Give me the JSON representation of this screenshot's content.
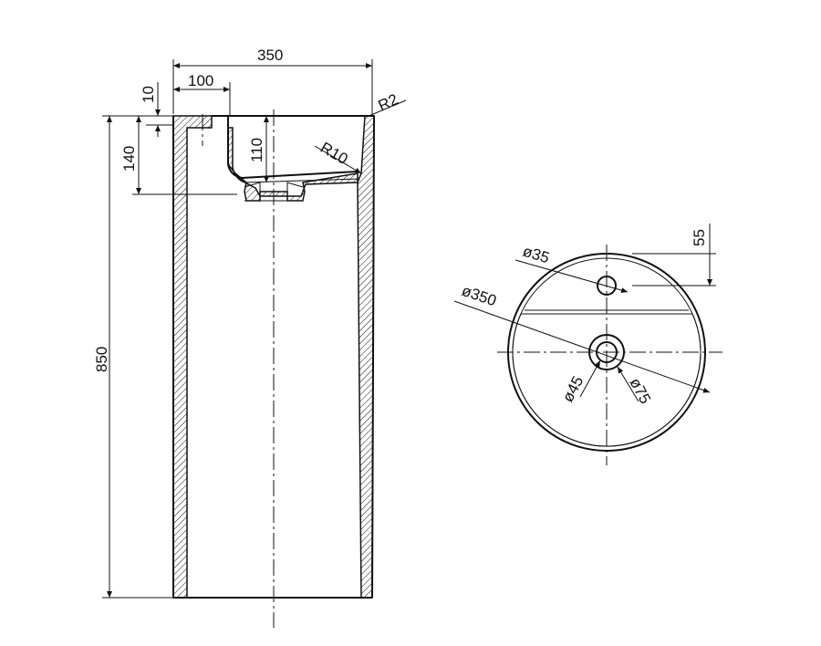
{
  "drawing": {
    "side_view": {
      "overall_width": "350",
      "overflow_offset": "100",
      "lip_thickness": "10",
      "bowl_depth": "140",
      "inner_depth": "110",
      "overall_height": "850",
      "top_edge_radius": "R2",
      "bowl_radius": "R10"
    },
    "top_view": {
      "outer_diameter": "ø350",
      "tap_hole_diameter": "ø35",
      "tap_hole_offset": "55",
      "drain_inner_diameter": "ø45",
      "drain_outer_diameter": "ø75"
    }
  }
}
